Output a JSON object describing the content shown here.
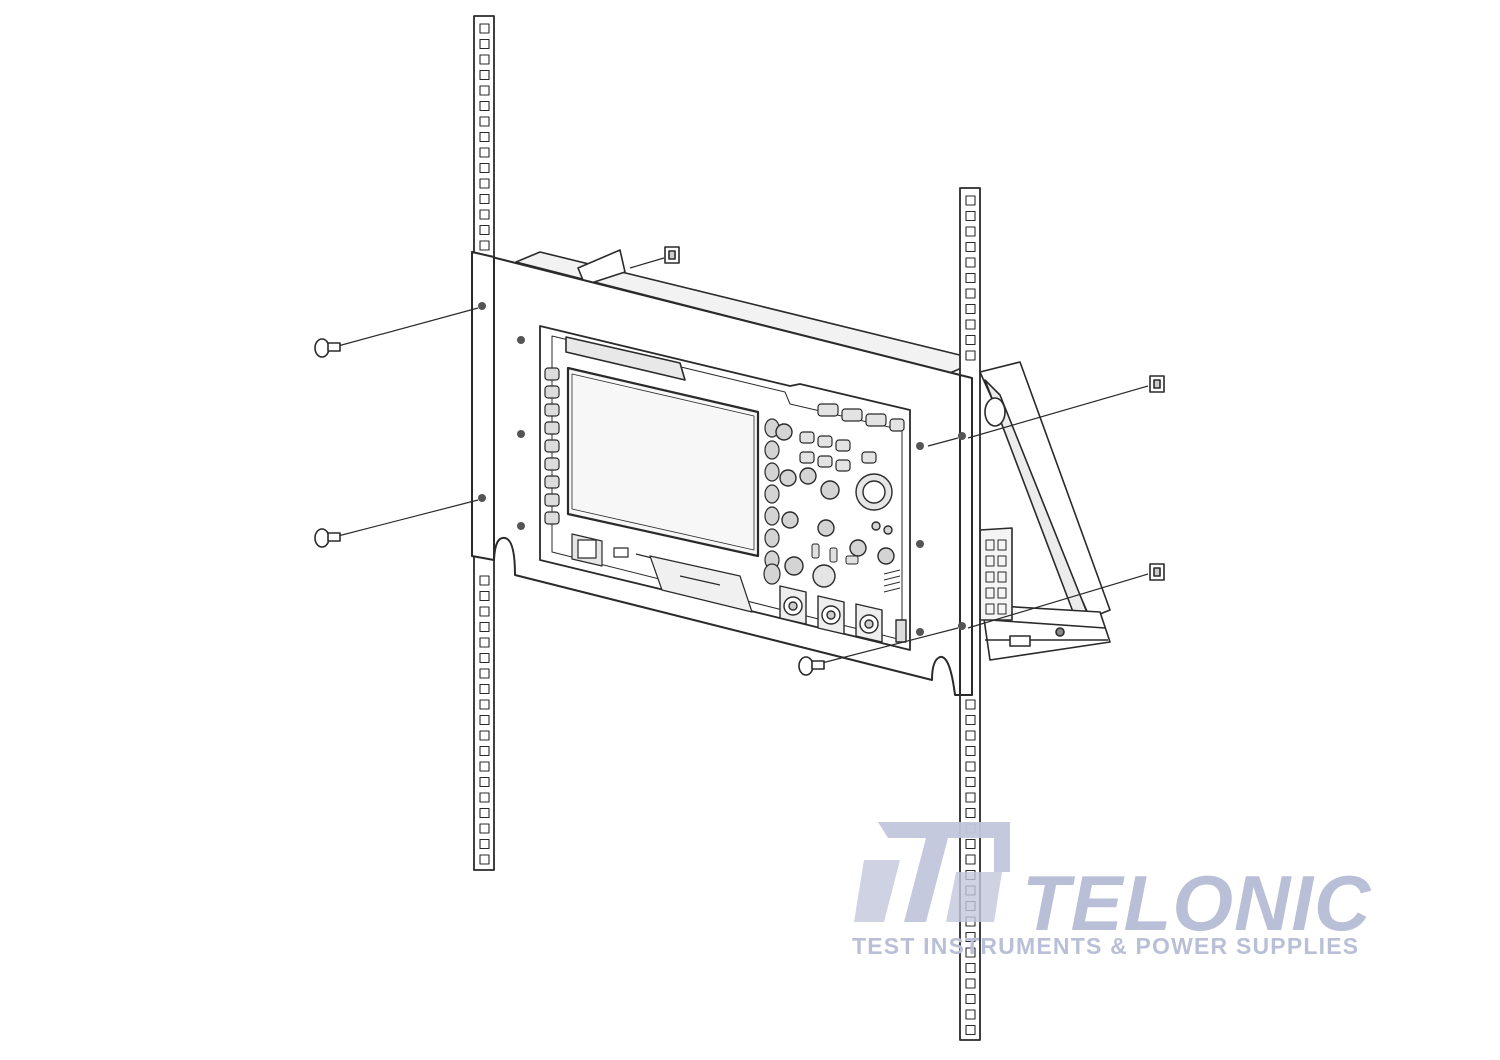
{
  "diagram": {
    "subject": "rack mount installation of instrument",
    "colors": {
      "line": "#2a2a2a",
      "panel": "#ffffff",
      "screen": "#f7f7f7",
      "shade": "#d9d9d9"
    }
  },
  "watermark": {
    "name": "TELONIC",
    "tagline": "TEST INSTRUMENTS & POWER SUPPLIES",
    "logo_icon": "telonic-logo-icon",
    "color": "#b9bfd6"
  }
}
